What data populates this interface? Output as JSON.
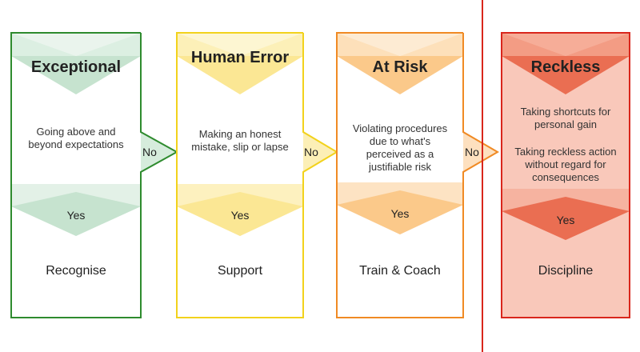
{
  "columns": [
    {
      "title": "Exceptional",
      "description": "Going above and beyond expectations",
      "yes_label": "Yes",
      "action": "Recognise",
      "border_color": "#2e8b2e",
      "fill_color": "#cfe8d6"
    },
    {
      "title": "Human Error",
      "description": "Making an honest mistake, slip or lapse",
      "yes_label": "Yes",
      "action": "Support",
      "border_color": "#f2d21c",
      "fill_color": "#fbeaa0"
    },
    {
      "title": "At Risk",
      "description": "Violating procedures due to what's perceived as a justifiable risk",
      "yes_label": "Yes",
      "action": "Train & Coach",
      "border_color": "#f08a24",
      "fill_color": "#fcd39a"
    },
    {
      "title": "Reckless",
      "description_1": "Taking shortcuts for personal gain",
      "description_2": "Taking reckless action without regard for consequences",
      "yes_label": "Yes",
      "action": "Discipline",
      "border_color": "#d9261c",
      "fill_color": "#f7c3b4"
    }
  ],
  "connectors": [
    {
      "label": "No",
      "color": "#2e8b2e"
    },
    {
      "label": "No",
      "color": "#f2d21c"
    },
    {
      "label": "No",
      "color": "#f08a24"
    }
  ],
  "divider_color": "#d9261c"
}
